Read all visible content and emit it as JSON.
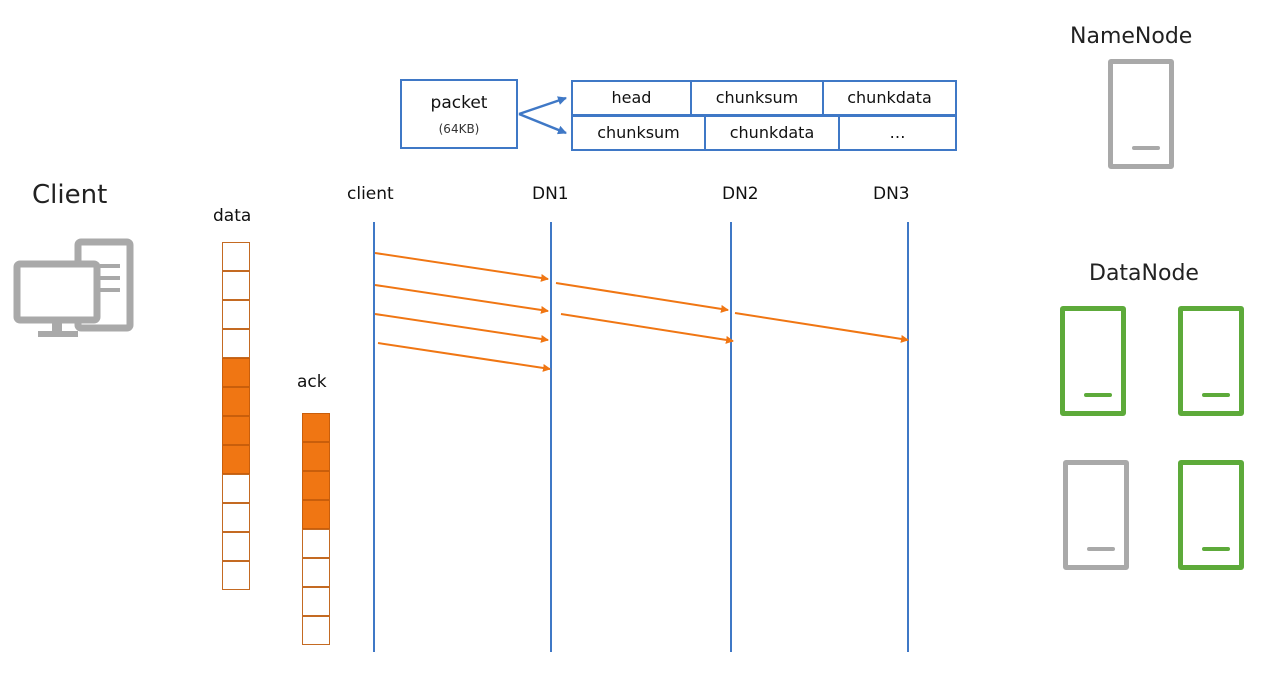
{
  "client": {
    "title": "Client",
    "icon": "desktop-computer-icon"
  },
  "queues": {
    "data": {
      "label": "data",
      "cells": [
        false,
        false,
        false,
        false,
        true,
        true,
        true,
        true,
        false,
        false,
        false,
        false
      ]
    },
    "ack": {
      "label": "ack",
      "cells": [
        true,
        true,
        true,
        true,
        false,
        false,
        false,
        false
      ]
    }
  },
  "packet": {
    "title": "packet",
    "size": "(64KB)",
    "row1": [
      "head",
      "chunksum",
      "chunkdata"
    ],
    "row2": [
      "chunksum",
      "chunkdata",
      "…"
    ]
  },
  "lanes": [
    "client",
    "DN1",
    "DN2",
    "DN3"
  ],
  "transfers": [
    {
      "from": "client",
      "to": "DN1"
    },
    {
      "from": "client",
      "to": "DN1"
    },
    {
      "from": "client",
      "to": "DN1"
    },
    {
      "from": "client",
      "to": "DN1"
    },
    {
      "from": "DN1",
      "to": "DN2"
    },
    {
      "from": "DN1",
      "to": "DN2"
    },
    {
      "from": "DN2",
      "to": "DN3"
    }
  ],
  "namenode": {
    "title": "NameNode",
    "icon": "server-icon"
  },
  "datanode": {
    "title": "DataNode",
    "nodes": [
      {
        "status": "active",
        "icon": "server-icon"
      },
      {
        "status": "active",
        "icon": "server-icon"
      },
      {
        "status": "inactive",
        "icon": "server-icon"
      },
      {
        "status": "active",
        "icon": "server-icon"
      }
    ]
  },
  "colors": {
    "blue": "#3f78c6",
    "orange": "#f07613",
    "green": "#5daa3a",
    "gray": "#a9a9a9"
  }
}
